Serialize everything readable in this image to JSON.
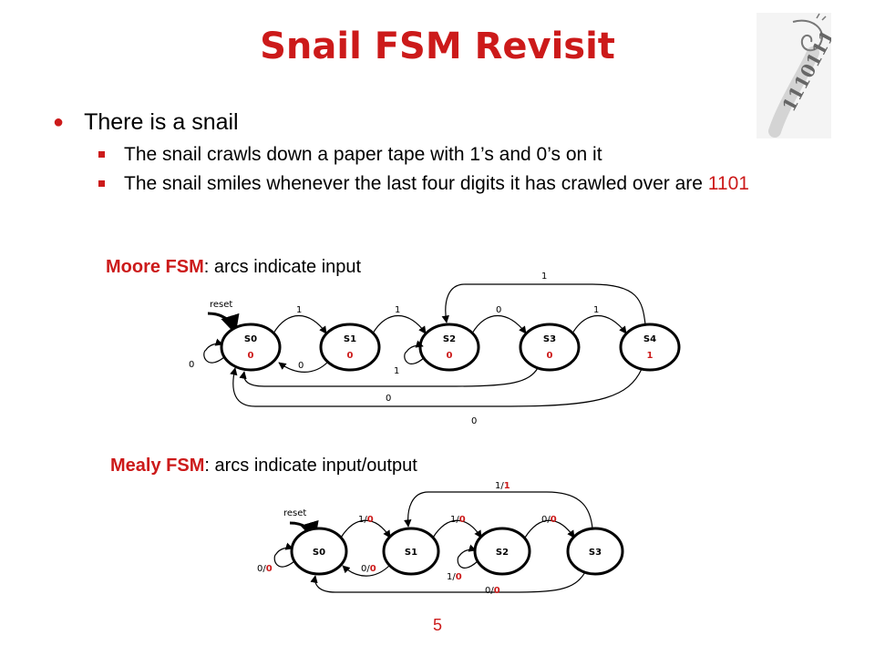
{
  "title": "Snail FSM Revisit",
  "bullet": "There is a snail",
  "sub1": "The snail crawls down a paper tape with 1’s and 0’s on it",
  "sub2_prefix": "The snail smiles whenever the last four digits it has crawled over are ",
  "sub2_pattern": "1101",
  "moore": {
    "heading_strong": "Moore FSM",
    "heading_rest": ": arcs indicate input",
    "reset": "reset",
    "states": [
      {
        "name": "S0",
        "output": "0"
      },
      {
        "name": "S1",
        "output": "0"
      },
      {
        "name": "S2",
        "output": "0"
      },
      {
        "name": "S3",
        "output": "0"
      },
      {
        "name": "S4",
        "output": "1"
      }
    ],
    "arcs": {
      "s0_s1": "1",
      "s1_s2": "1",
      "s2_s3": "0",
      "s3_s4": "1",
      "s4_s2": "1",
      "s0_self": "0",
      "s1_s0": "0",
      "s2_self": "1",
      "s3_s0": "0",
      "s4_s0": "0"
    }
  },
  "mealy": {
    "heading_strong": "Mealy FSM",
    "heading_rest": ": arcs indicate input/output",
    "reset": "reset",
    "states": [
      "S0",
      "S1",
      "S2",
      "S3"
    ],
    "arcs": {
      "s0_s1": {
        "in": "1",
        "out": "0"
      },
      "s1_s2": {
        "in": "1",
        "out": "0"
      },
      "s2_s3": {
        "in": "0",
        "out": "0"
      },
      "s3_s1": {
        "in": "1",
        "out": "1"
      },
      "s0_self": {
        "in": "0",
        "out": "0"
      },
      "s1_s0": {
        "in": "0",
        "out": "0"
      },
      "s2_self": {
        "in": "1",
        "out": "0"
      },
      "s3_s0": {
        "in": "0",
        "out": "0"
      }
    }
  },
  "logo_text": "1110111",
  "page_number": "5",
  "colors": {
    "accent": "#cc1a1a",
    "text": "#000000"
  }
}
